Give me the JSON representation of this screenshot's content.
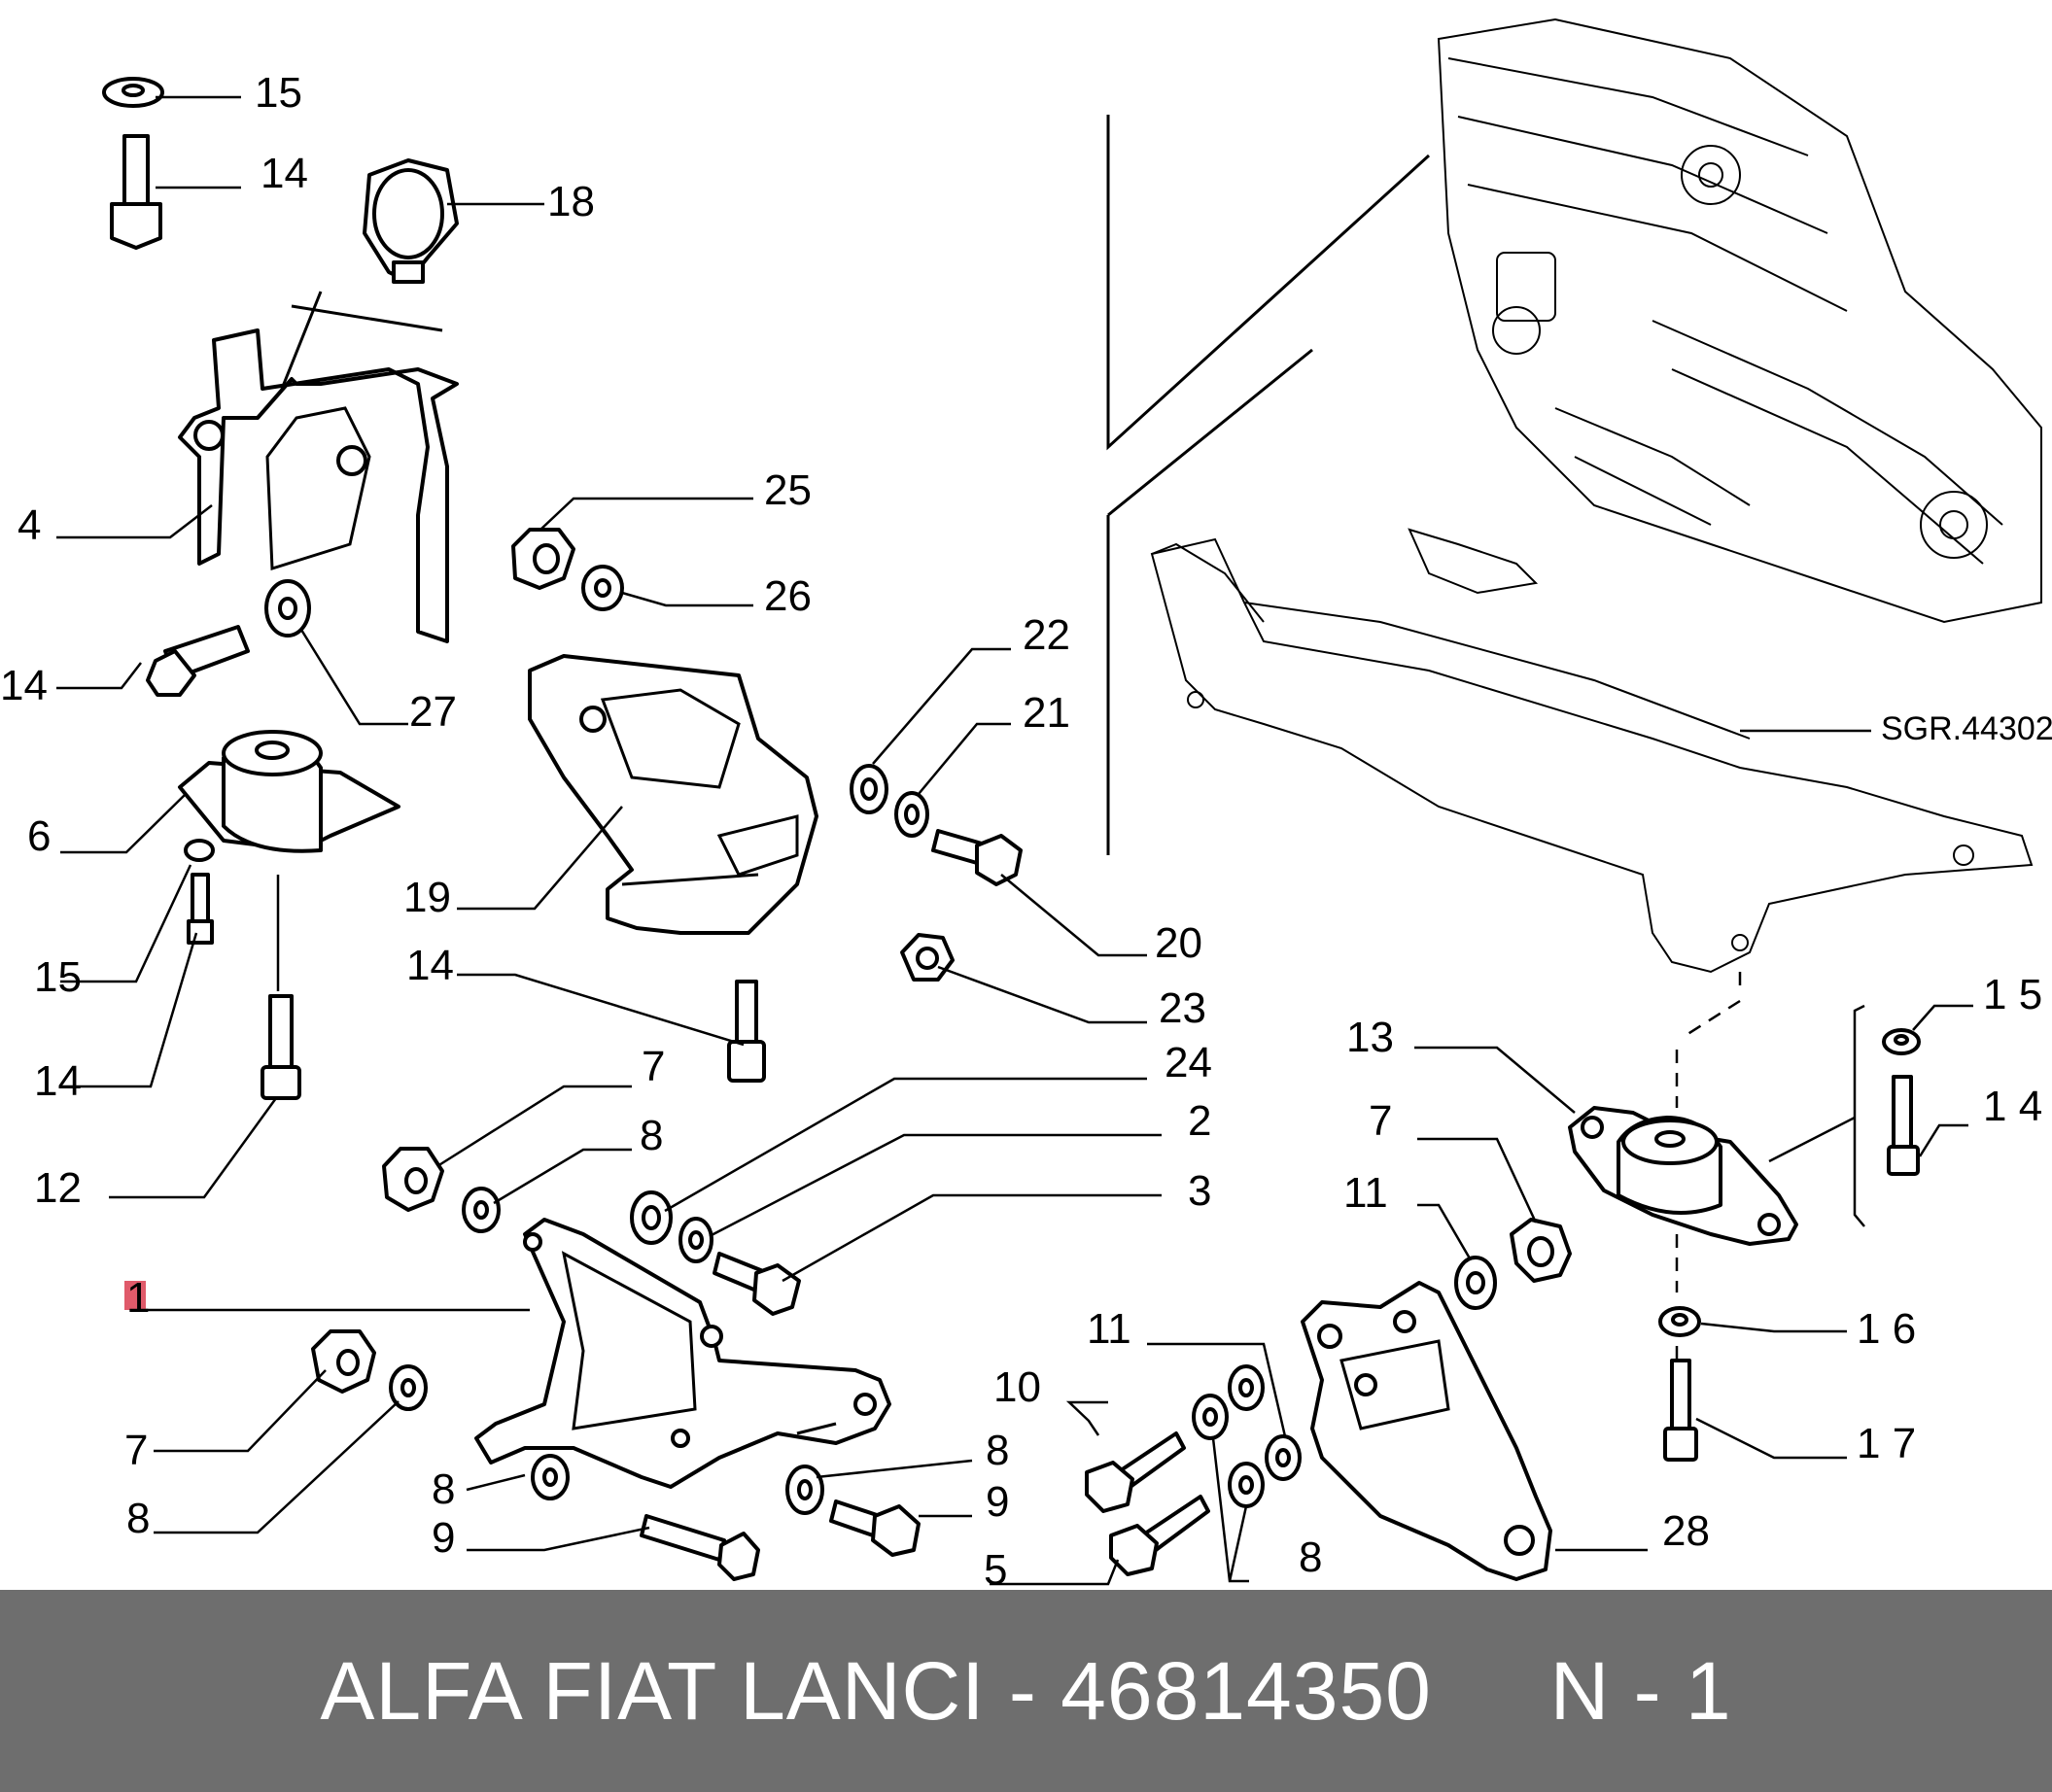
{
  "reference_code": "SGR.44302",
  "highlight_color": "#e05a6a",
  "footer": {
    "brand": "ALFA FIAT LANCI",
    "separator": " - ",
    "part_number": "46814350",
    "note": "N - 1"
  },
  "callouts": {
    "c1": "1",
    "c2": "2",
    "c3": "3",
    "c4": "4",
    "c5": "5",
    "c6": "6",
    "c7a": "7",
    "c7b": "7",
    "c7c": "7",
    "c8a": "8",
    "c8b": "8",
    "c8c": "8",
    "c8d": "8",
    "c8e": "8",
    "c9a": "9",
    "c9b": "9",
    "c10": "10",
    "c11a": "11",
    "c11b": "11",
    "c12": "12",
    "c13": "13",
    "c14a": "14",
    "c14b": "14",
    "c14c": "14",
    "c14d": "14",
    "c14e": "1 4",
    "c15a": "15",
    "c15b": "15",
    "c15c": "1 5",
    "c16": "1 6",
    "c17": "1 7",
    "c18": "18",
    "c19": "19",
    "c20": "20",
    "c21": "21",
    "c22": "22",
    "c23": "23",
    "c24": "24",
    "c25": "25",
    "c26": "26",
    "c27": "27",
    "c28": "28"
  }
}
